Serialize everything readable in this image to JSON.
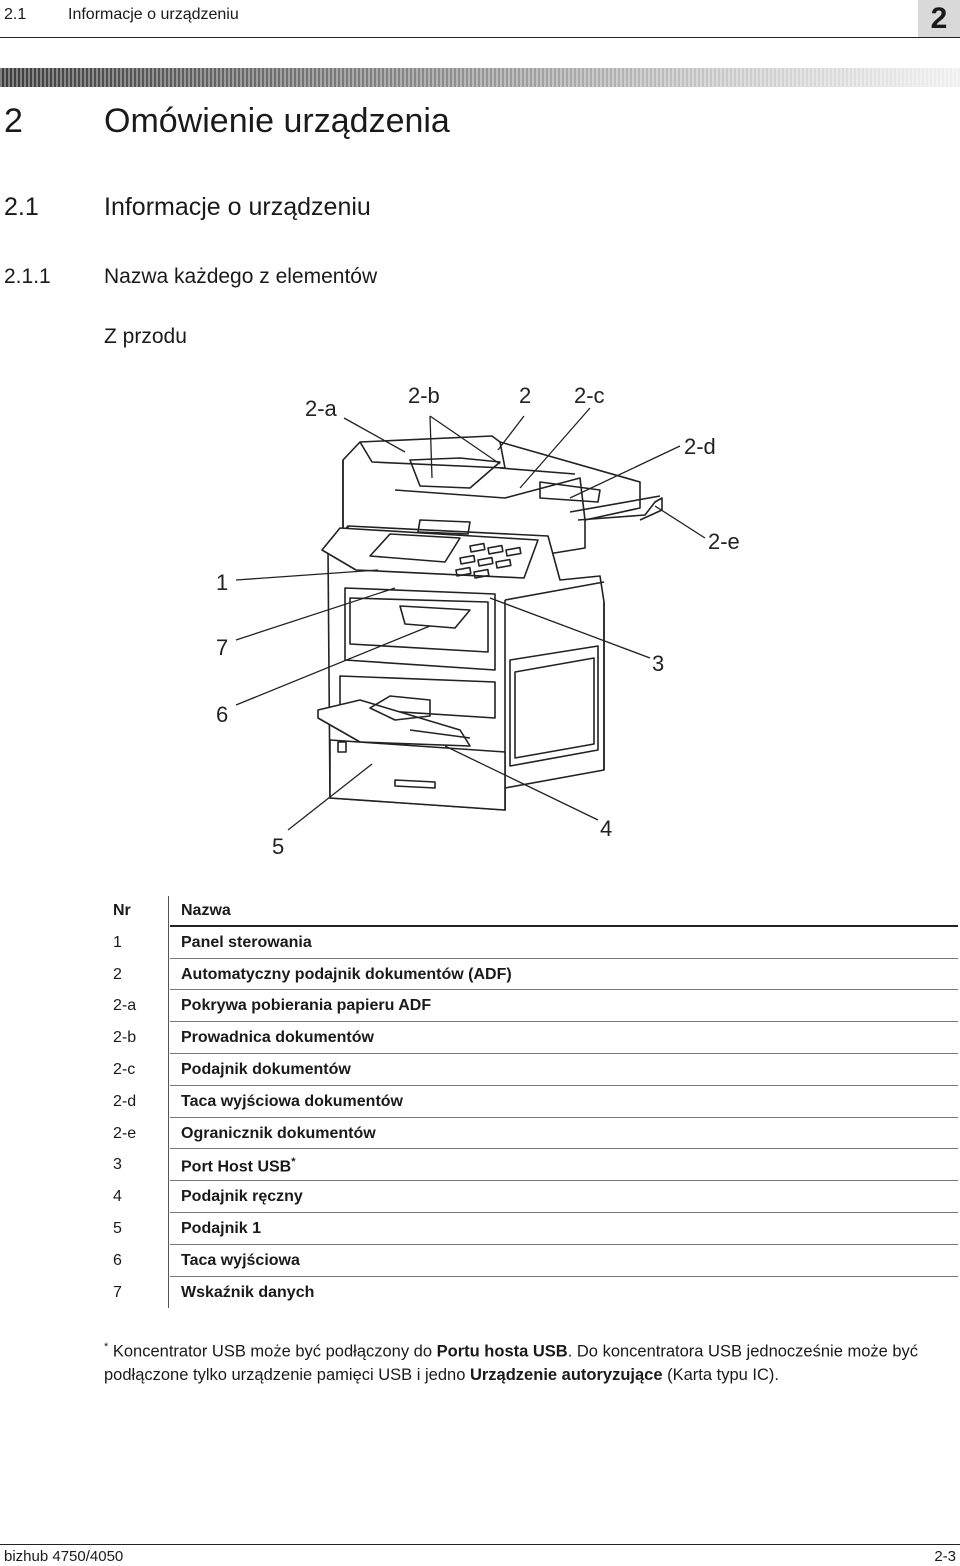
{
  "header": {
    "section_number": "2.1",
    "section_title": "Informacje o urządzeniu",
    "chapter_badge": "2"
  },
  "chapter": {
    "number": "2",
    "title": "Omówienie urządzenia"
  },
  "section": {
    "number": "2.1",
    "title": "Informacje o urządzeniu"
  },
  "subsection": {
    "number": "2.1.1",
    "title": "Nazwa każdego z elementów"
  },
  "view_title": "Z przodu",
  "figure_callouts": {
    "c2a": "2-a",
    "c2b": "2-b",
    "c2": "2",
    "c2c": "2-c",
    "c2d": "2-d",
    "c2e": "2-e",
    "c1": "1",
    "c7": "7",
    "c6": "6",
    "c3": "3",
    "c5": "5",
    "c4": "4"
  },
  "table": {
    "headers": {
      "nr": "Nr",
      "name": "Nazwa"
    },
    "rows": [
      {
        "nr": "1",
        "name": "Panel sterowania"
      },
      {
        "nr": "2",
        "name": "Automatyczny podajnik dokumentów (ADF)"
      },
      {
        "nr": "2-a",
        "name": "Pokrywa pobierania papieru ADF"
      },
      {
        "nr": "2-b",
        "name": "Prowadnica dokumentów"
      },
      {
        "nr": "2-c",
        "name": "Podajnik dokumentów"
      },
      {
        "nr": "2-d",
        "name": "Taca wyjściowa dokumentów"
      },
      {
        "nr": "2-e",
        "name": "Ogranicznik dokumentów"
      },
      {
        "nr": "3",
        "name": "Port Host USB",
        "mark": "*"
      },
      {
        "nr": "4",
        "name": "Podajnik ręczny"
      },
      {
        "nr": "5",
        "name": "Podajnik 1"
      },
      {
        "nr": "6",
        "name": "Taca wyjściowa"
      },
      {
        "nr": "7",
        "name": "Wskaźnik danych"
      }
    ]
  },
  "footnote": {
    "mark": "*",
    "t1": " Koncentrator USB może być podłączony do ",
    "b1": "Portu hosta USB",
    "t2": ". Do koncentratora USB jednocześnie może być podłączone tylko urządzenie pamięci USB i jedno ",
    "b2": "Urządzenie autoryzujące",
    "t3": " (Karta typu IC)."
  },
  "footer": {
    "model": "bizhub 4750/4050",
    "page": "2-3"
  }
}
